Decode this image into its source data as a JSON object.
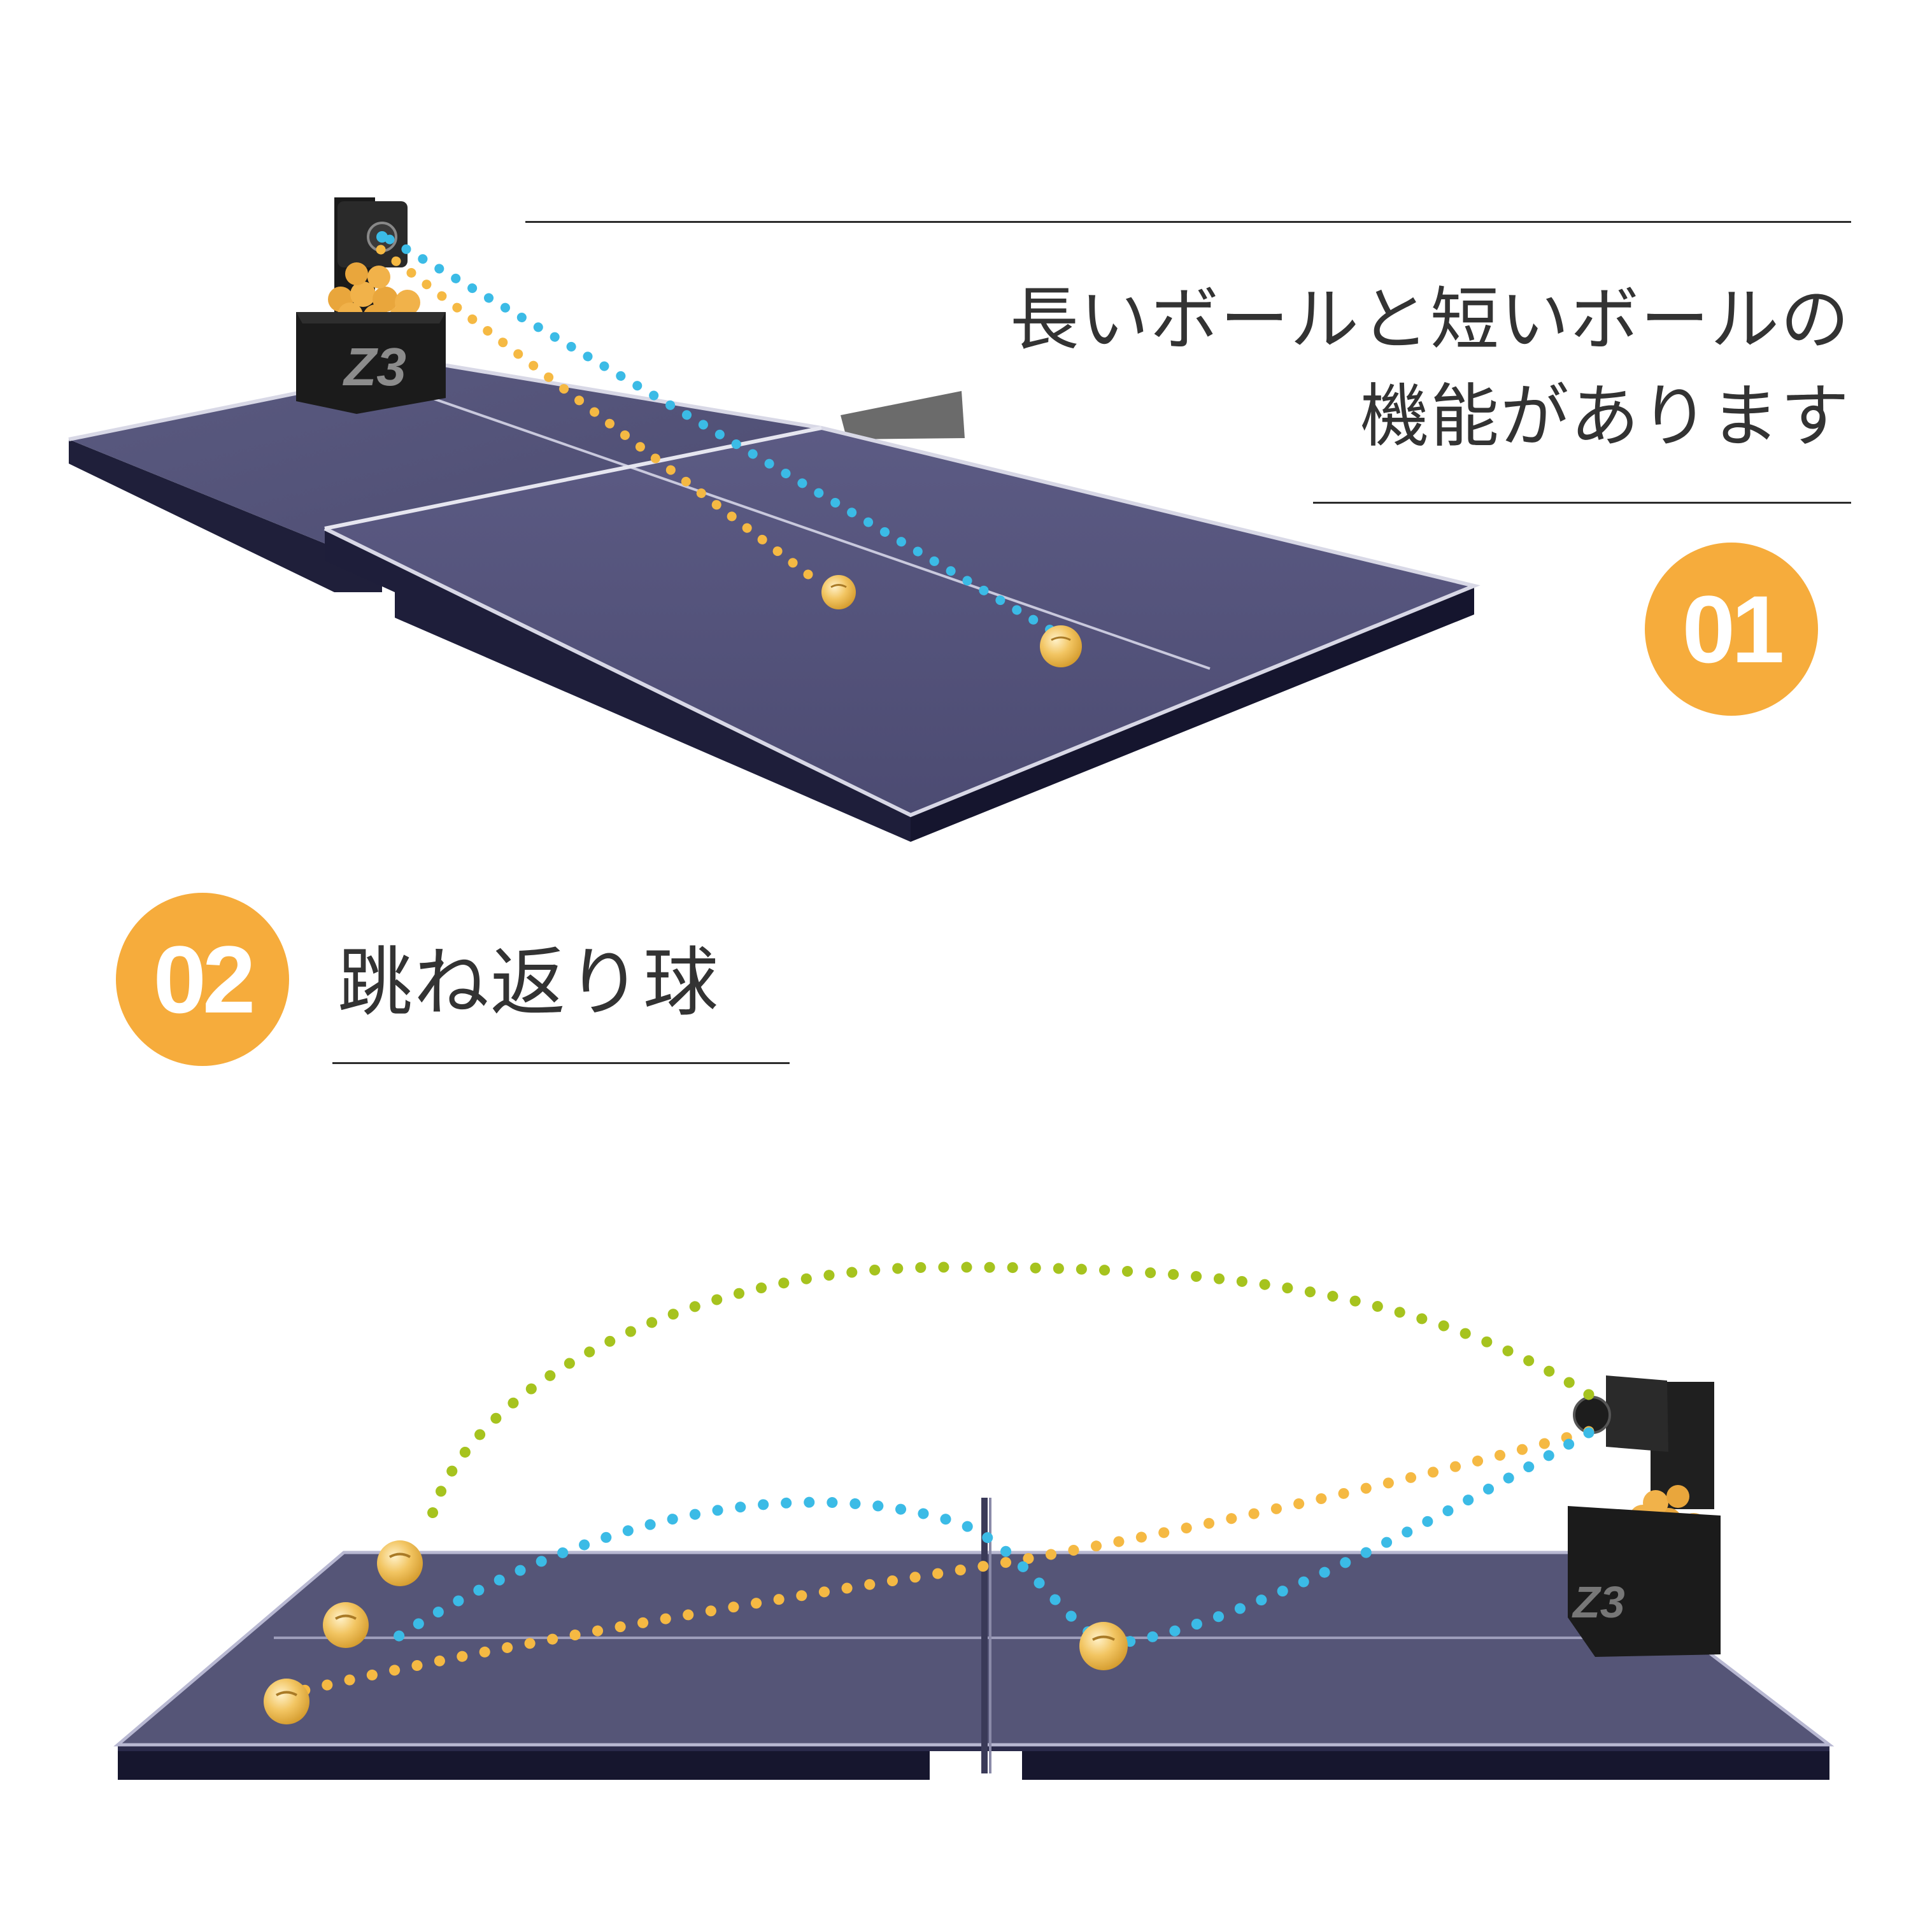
{
  "section1": {
    "number": "01",
    "title_line1": "長いボールと短いボールの",
    "title_line2": "機能があります"
  },
  "section2": {
    "number": "02",
    "title": "跳ね返り球"
  },
  "robot": {
    "logo": "Z3"
  },
  "colors": {
    "badge": "#f6ac3c",
    "table": "#555577",
    "path_blue": "#3bbbe6",
    "path_orange": "#f5b943",
    "path_green": "#a6c31e",
    "ball": "#f0c25a"
  }
}
